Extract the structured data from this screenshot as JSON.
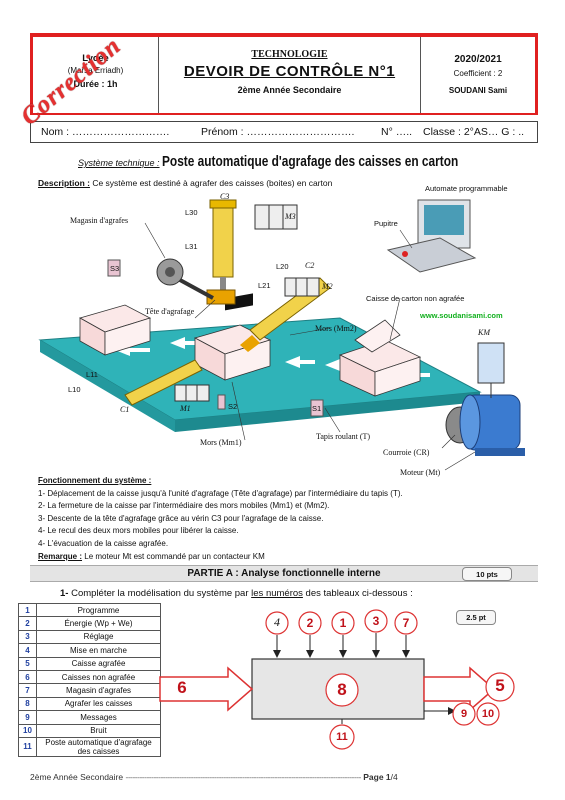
{
  "header": {
    "school": "Lycée",
    "location": "(Marsa Erriadh)",
    "duration": "Durée : 1h",
    "subject": "TECHNOLOGIE",
    "exam_title": "DEVOIR DE CONTRÔLE N°1",
    "level": "2ème Année Secondaire",
    "year": "2020/2021",
    "coefficient": "Coefficient : 2",
    "teacher": "SOUDANI Sami"
  },
  "name_bar": {
    "nom": "Nom : ……………………….",
    "prenom": "Prénom : ………………………….",
    "number": "N° …..",
    "classe": "Classe : 2°AS… G : .."
  },
  "stamp": "Correction",
  "system": {
    "title_prefix": "Système technique :",
    "title": "Poste automatique d'agrafage des caisses en carton",
    "desc_label": "Description :",
    "desc_text": "Ce système est destiné à agrafer des caisses (boites) en carton"
  },
  "figure_labels": {
    "automate": "Automate programmable",
    "pupitre": "Pupitre",
    "magasin": "Magasin d'agrafes",
    "tete": "Tête d'agrafage",
    "caisse_non": "Caisse de carton non agrafée",
    "website": "www.soudanisami.com",
    "mors_mm2": "Mors (Mm2)",
    "mors_mm1": "Mors (Mm1)",
    "tapis": "Tapis roulant (T)",
    "courroie": "Courroie (CR)",
    "moteur": "Moteur (Mt)",
    "km": "KM",
    "c3": "C3",
    "m3": "M3",
    "l30": "L30",
    "l31": "L31",
    "c2": "C2",
    "m2": "M2",
    "l20": "L20",
    "l21": "L21",
    "c1": "C1",
    "m1": "M1",
    "l10": "L10",
    "l11": "L11",
    "s1": "S1",
    "s2": "S2",
    "s3": "S3"
  },
  "fonctionnement": {
    "title": "Fonctionnement du système :",
    "steps": [
      "1- Déplacement de la caisse jusqu'à l'unité d'agrafage (Tête d'agrafage) par l'intermédiaire du tapis (T).",
      "2- La fermeture de la caisse par l'intermédiaire des mors mobiles (Mm1) et (Mm2).",
      "3- Descente de la tête d'agrafage grâce au vérin C3 pour l'agrafage de la caisse.",
      "4- Le recul des deux mors mobiles pour libérer la caisse.",
      "4- L'évacuation de la caisse agrafée."
    ],
    "remark_label": "Remarque :",
    "remark_text": "Le moteur Mt est commandé par un contacteur KM"
  },
  "partie_a": {
    "title": "PARTIE A : Analyse fonctionnelle interne",
    "points": "10 pts",
    "q1_num": "1-",
    "q1_before": "Compléter la modélisation du système par",
    "q1_underlined": "les numéros",
    "q1_after": "des tableaux ci-dessous :",
    "q1_points": "2.5 pt"
  },
  "legend": [
    {
      "n": "1",
      "t": "Programme"
    },
    {
      "n": "2",
      "t": "Énergie (Wp + We)"
    },
    {
      "n": "3",
      "t": "Réglage"
    },
    {
      "n": "4",
      "t": "Mise en marche"
    },
    {
      "n": "5",
      "t": "Caisse agrafée"
    },
    {
      "n": "6",
      "t": "Caisses non agrafée"
    },
    {
      "n": "7",
      "t": "Magasin d'agrafes"
    },
    {
      "n": "8",
      "t": "Agrafer les caisses"
    },
    {
      "n": "9",
      "t": "Messages"
    },
    {
      "n": "10",
      "t": "Bruit"
    },
    {
      "n": "11",
      "t": "Poste automatique d'agrafage des caisses"
    }
  ],
  "diagram": {
    "top_inputs": [
      "4",
      "2",
      "1",
      "3",
      "7"
    ],
    "input": "6",
    "function": "8",
    "output": "5",
    "side_outputs": [
      "9",
      "10"
    ],
    "support": "11"
  },
  "footer": {
    "level": "2ème Année Secondaire",
    "page_label": "Page 1",
    "page_total": "/4"
  }
}
